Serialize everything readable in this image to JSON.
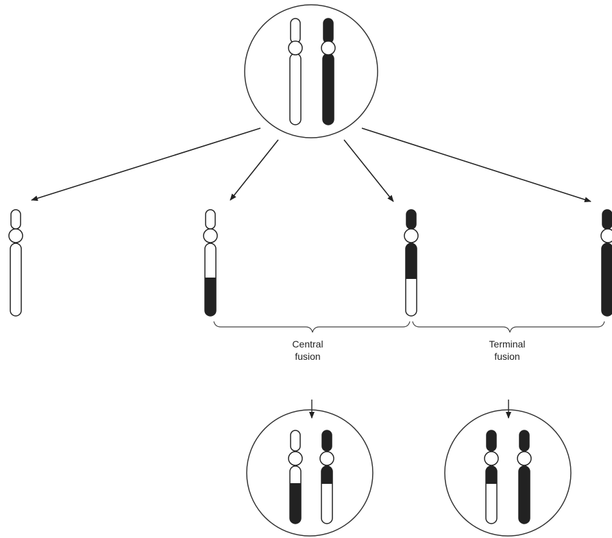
{
  "labels": {
    "central_line1": "Central",
    "central_line2": "fusion",
    "terminal_line1": "Terminal",
    "terminal_line2": "fusion"
  },
  "colors": {
    "ink": "#222222",
    "light": "#ffffff"
  }
}
